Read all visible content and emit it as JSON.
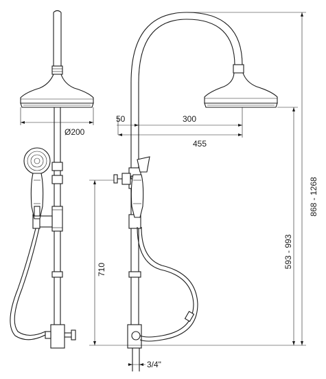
{
  "dimensions": {
    "head_diameter": "Ø200",
    "offset_50": "50",
    "arm_300": "300",
    "projection_455": "455",
    "hand_height_710": "710",
    "head_range": "593 - 993",
    "total_range": "868 - 1268",
    "inlet": "3/4\""
  }
}
